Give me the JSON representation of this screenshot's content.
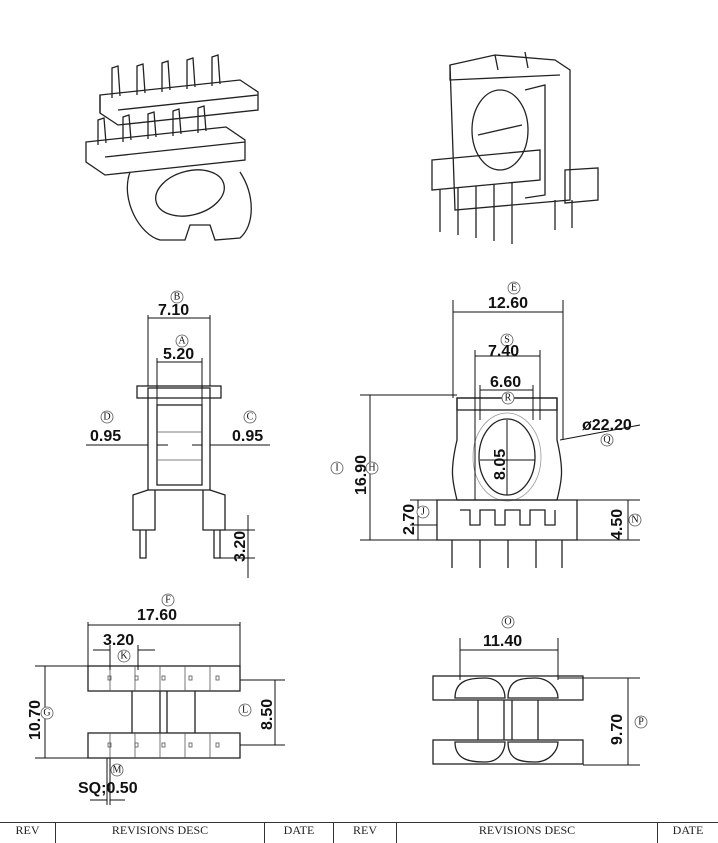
{
  "dimensions": {
    "A": {
      "label": "A",
      "value": "5.20"
    },
    "B": {
      "label": "B",
      "value": "7.10"
    },
    "C": {
      "label": "C",
      "value": "0.95"
    },
    "D": {
      "label": "D",
      "value": "0.95"
    },
    "E": {
      "label": "E",
      "value": "12.60"
    },
    "F": {
      "label": "F",
      "value": "17.60"
    },
    "G": {
      "label": "G",
      "value": "10.70"
    },
    "H": {
      "label": "H",
      "value": "16.90"
    },
    "I": {
      "label": "I"
    },
    "J": {
      "label": "J",
      "value": "2.70"
    },
    "K": {
      "label": "K",
      "value": "3.20"
    },
    "L": {
      "label": "L",
      "value": "8.50"
    },
    "M": {
      "label": "M",
      "value": "SQ;0.50"
    },
    "N": {
      "label": "N",
      "value": "4.50"
    },
    "O": {
      "label": "O",
      "value": "11.40"
    },
    "P": {
      "label": "P",
      "value": "9.70"
    },
    "Q": {
      "label": "Q",
      "value": "ø22.20"
    },
    "R": {
      "label": "R",
      "value": "6.60"
    },
    "S": {
      "label": "S",
      "value": "7.40"
    },
    "pin_len": {
      "value": "3.20"
    },
    "window": {
      "value": "8.05"
    }
  },
  "table": {
    "headers": [
      "REV",
      "REVISIONS DESC",
      "DATE",
      "REV",
      "REVISIONS DESC",
      "DATE"
    ]
  }
}
